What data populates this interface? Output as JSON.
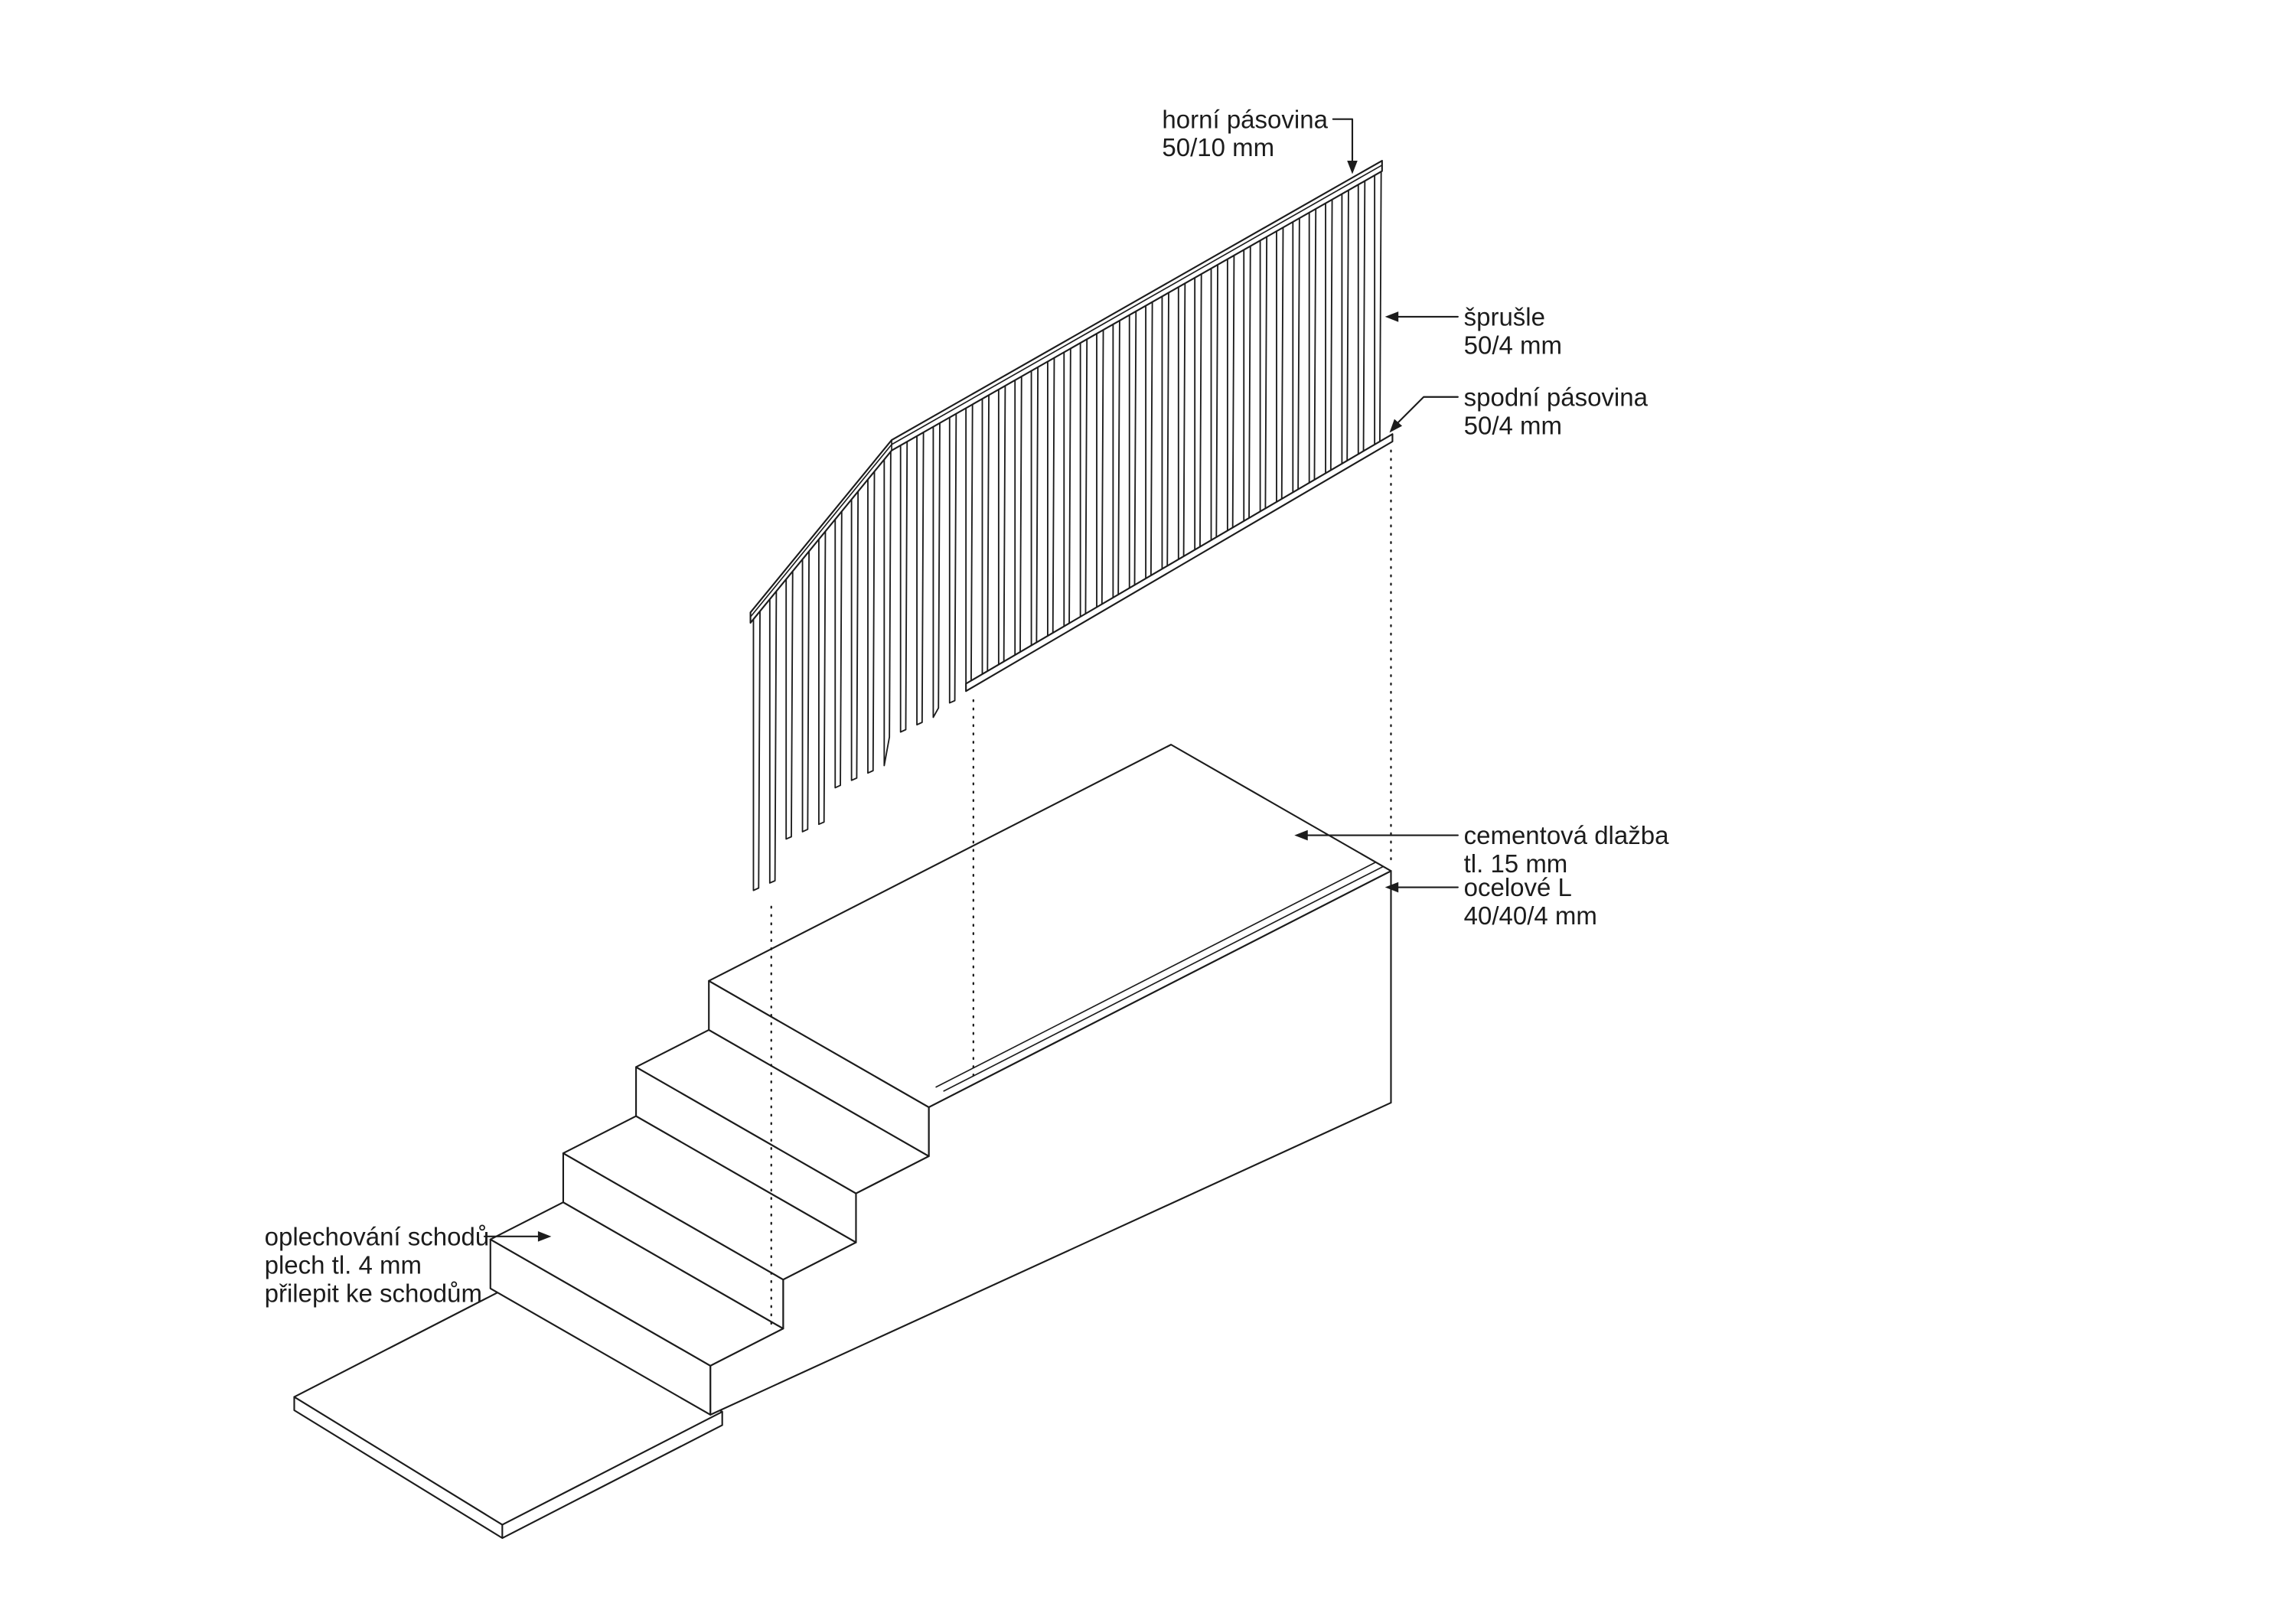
{
  "canvas": {
    "background": "#ffffff",
    "line_color": "#1c1c1c"
  },
  "annotations": {
    "horni_pasovina": {
      "lines": [
        "horní pásovina",
        "50/10 mm"
      ]
    },
    "sprusle": {
      "lines": [
        "šprušle",
        "50/4 mm"
      ]
    },
    "spodni_pasovina": {
      "lines": [
        "spodní pásovina",
        "50/4 mm"
      ]
    },
    "cementova_dlazba": {
      "lines": [
        "cementová dlažba",
        "tl. 15 mm"
      ]
    },
    "ocelove_L": {
      "lines": [
        "ocelové L",
        "40/40/4 mm"
      ]
    },
    "oplechovani_schodu": {
      "lines": [
        "oplechování schodů",
        "plech tl. 4 mm",
        "přilepit ke schodům"
      ]
    }
  }
}
